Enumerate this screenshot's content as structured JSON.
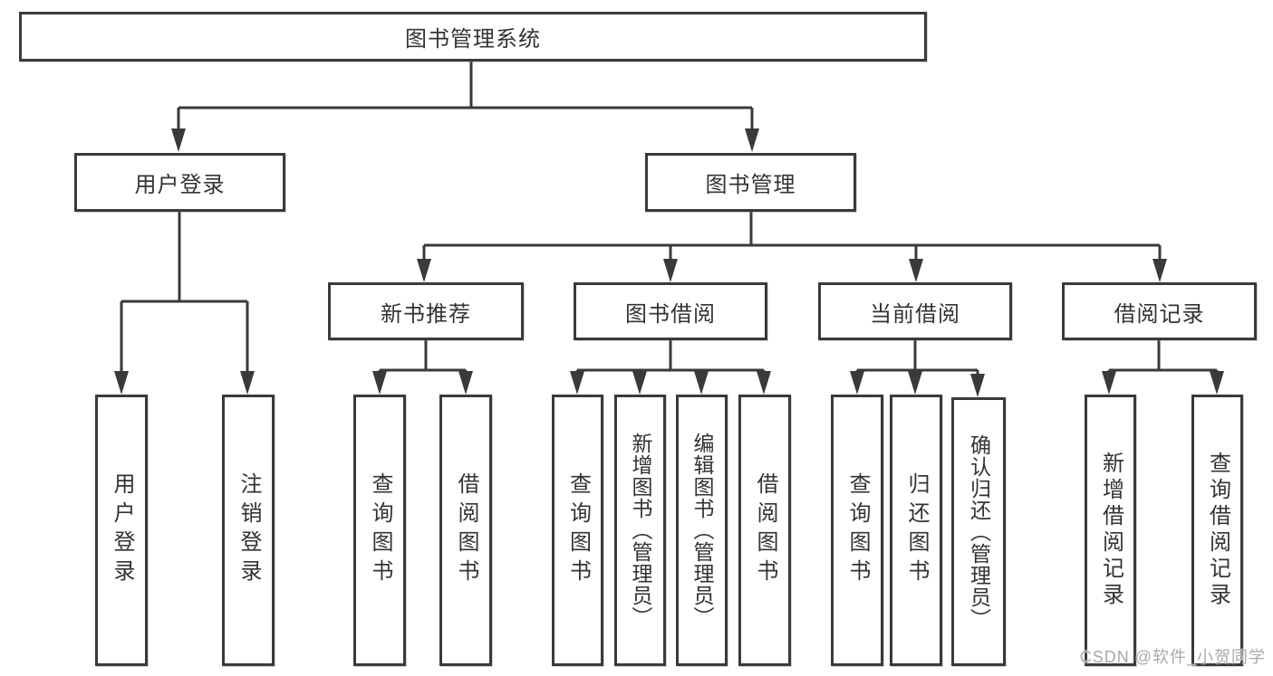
{
  "tree": {
    "root": {
      "label": "图书管理系统"
    },
    "children": [
      {
        "label": "用户登录",
        "children": [
          {
            "label": "用户登录"
          },
          {
            "label": "注销登录"
          }
        ]
      },
      {
        "label": "图书管理",
        "children": [
          {
            "label": "新书推荐",
            "children": [
              {
                "label": "查询图书"
              },
              {
                "label": "借阅图书"
              }
            ]
          },
          {
            "label": "图书借阅",
            "children": [
              {
                "label": "查询图书"
              },
              {
                "label": "新增图书（管理员）"
              },
              {
                "label": "编辑图书（管理员）"
              },
              {
                "label": "借阅图书"
              }
            ]
          },
          {
            "label": "当前借阅",
            "children": [
              {
                "label": "查询图书"
              },
              {
                "label": "归还图书"
              },
              {
                "label": "确认归还（管理员）"
              }
            ]
          },
          {
            "label": "借阅记录",
            "children": [
              {
                "label": "新增借阅记录"
              },
              {
                "label": "查询借阅记录"
              }
            ]
          }
        ]
      }
    ]
  },
  "watermark": {
    "text": "CSDN @软件_小贺同学"
  },
  "colors": {
    "line": "#3a3a3a",
    "border": "#3a3a3a",
    "text": "#333333",
    "background": "#ffffff",
    "watermark": "#a9a9a9"
  }
}
